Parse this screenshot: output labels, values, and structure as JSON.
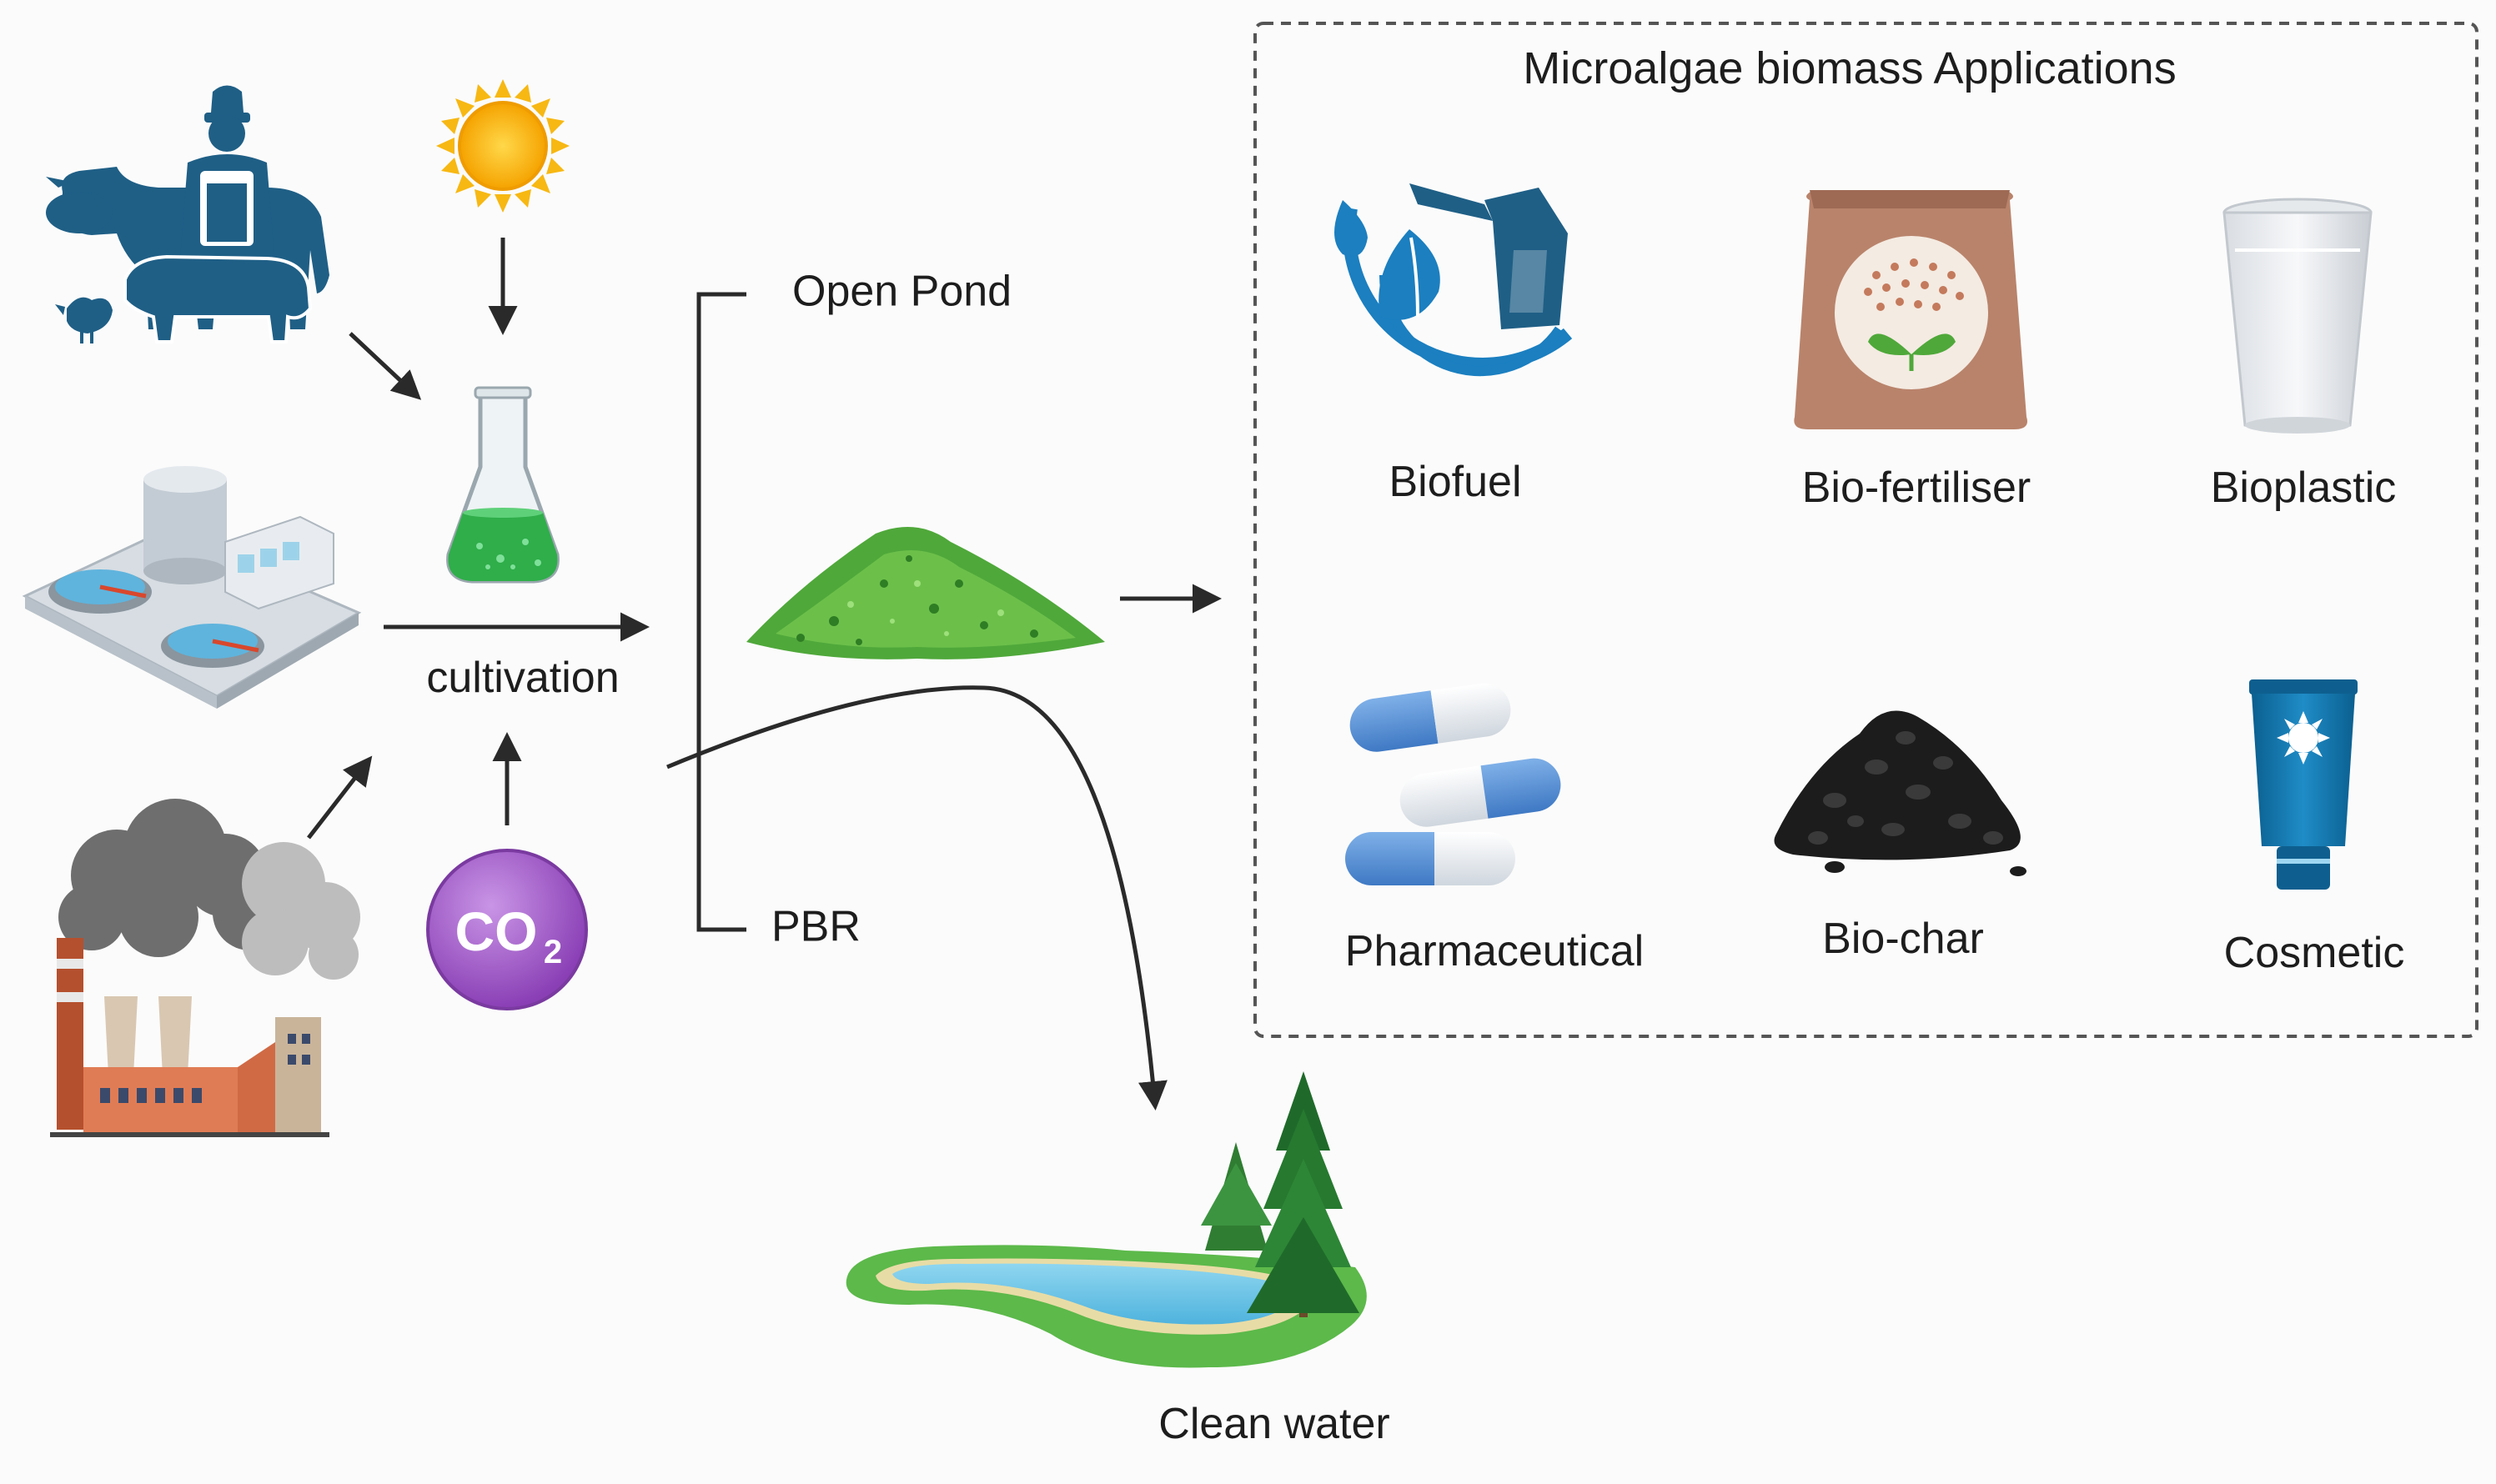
{
  "diagram": {
    "labels": {
      "cultivation": "cultivation",
      "open_pond": "Open Pond",
      "pbr": "PBR",
      "clean_water": "Clean water",
      "co2_main": "CO",
      "co2_sub": "2"
    },
    "applications": {
      "title": "Microalgae biomass Applications",
      "items": [
        {
          "label": "Biofuel",
          "icon": "biofuel-icon"
        },
        {
          "label": "Bio-fertiliser",
          "icon": "fertiliser-bag-icon"
        },
        {
          "label": "Bioplastic",
          "icon": "plastic-cup-icon"
        },
        {
          "label": "Pharmaceutical",
          "icon": "capsules-icon"
        },
        {
          "label": "Bio-char",
          "icon": "biochar-pile-icon"
        },
        {
          "label": "Cosmetic",
          "icon": "cream-tube-icon"
        }
      ]
    },
    "colors": {
      "livestock_blue": "#1f5f86",
      "sun": "#f7b813",
      "co2_purple": "#a15bc7",
      "algae_green": "#4fa83a",
      "water_blue": "#6fc6e8",
      "arrow": "#2a2a2a"
    }
  }
}
